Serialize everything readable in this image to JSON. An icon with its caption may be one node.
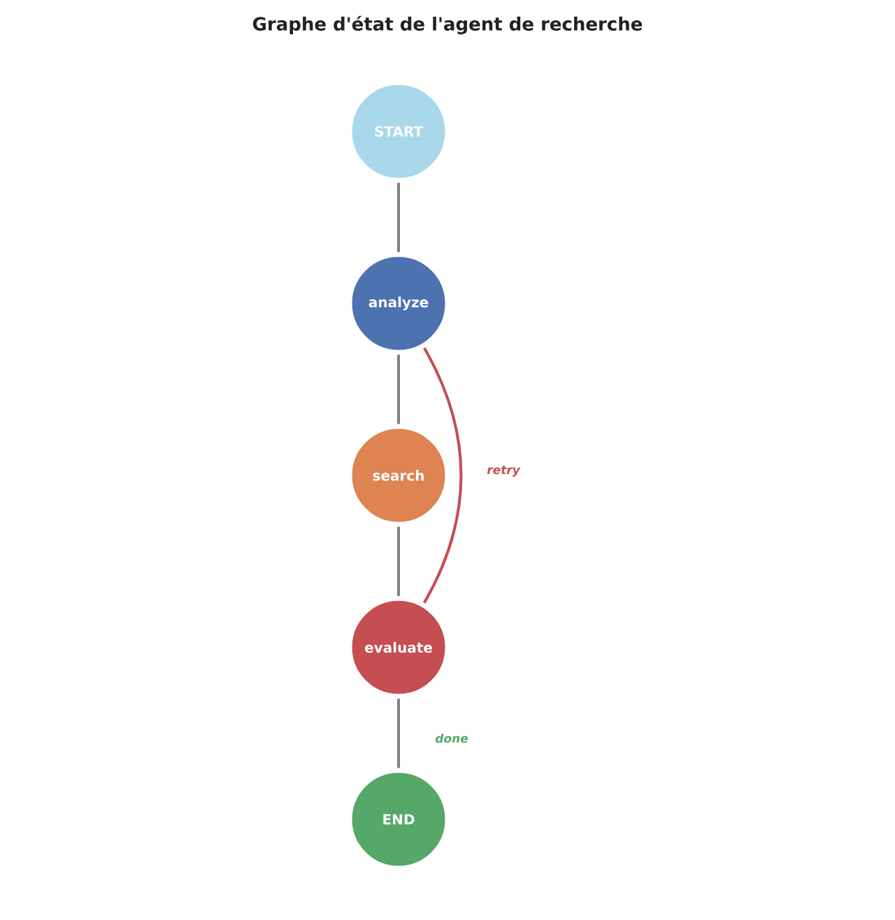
{
  "diagram": {
    "title": "Graphe d'état de l'agent de recherche",
    "nodes": [
      {
        "text": [
          "START"
        ]
      },
      {
        "text": [
          "analyze"
        ]
      },
      {
        "text": [
          "search"
        ]
      },
      {
        "text": [
          "evaluate"
        ]
      },
      {
        "text": [
          "END"
        ]
      }
    ],
    "edges": [
      {
        "from": 0,
        "to": 1,
        "arrow": "none"
      },
      {
        "from": 1,
        "to": 2,
        "arrow": "none"
      },
      {
        "from": 2,
        "to": 3,
        "arrow": "none"
      },
      {
        "from": 3,
        "to": 1,
        "arrow": "none",
        "label": "retry",
        "color": "#c44e52"
      },
      {
        "from": 3,
        "to": 4,
        "arrow": "none",
        "label": "done"
      }
    ]
  }
}
